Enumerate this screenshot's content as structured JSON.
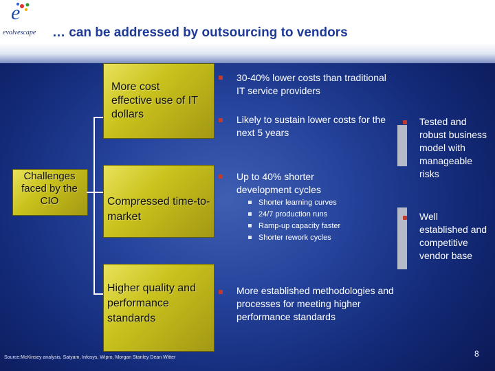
{
  "header": {
    "logo_letter": "e",
    "logo_text": "evolvescape",
    "title": "… can be addressed by outsourcing to vendors"
  },
  "left_box": "Challenges faced by the CIO",
  "rows": [
    {
      "label": "More cost effective use of IT dollars",
      "bullets": [
        "30-40% lower costs than traditional IT service providers",
        "Likely to sustain lower costs for the next 5 years"
      ]
    },
    {
      "label": "Compressed time-to-market",
      "bullets": [
        "Up to 40% shorter development cycles"
      ],
      "sub_bullets": [
        "Shorter learning curves",
        "24/7 production runs",
        "Ramp-up capacity faster",
        "Shorter rework cycles"
      ]
    },
    {
      "label": "Higher quality and performance standards",
      "bullets": [
        "More established methodologies and processes for meeting higher performance standards"
      ]
    }
  ],
  "right_column": [
    "Tested and robust business model with manageable risks",
    "Well established and competitive vendor base"
  ],
  "source": "Source:McKinsey analysis, Satyam, Infosys, Wipro, Morgan Stanley Dean Witter",
  "page_number": "8",
  "colors": {
    "title": "#1d3a96",
    "bullet": "#c23b2a",
    "gold": "#c9c21c"
  }
}
